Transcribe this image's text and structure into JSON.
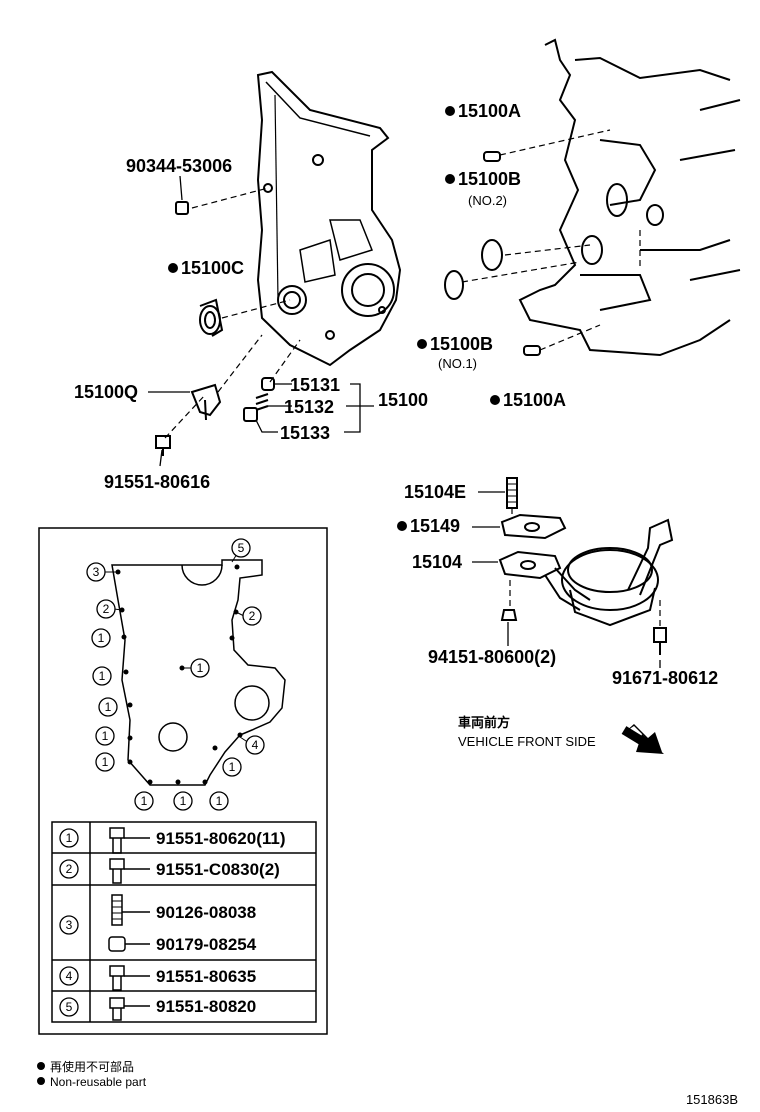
{
  "labels": {
    "p90344": "90344-53006",
    "p15100C": "15100C",
    "p15100Q": "15100Q",
    "p91551_80616": "91551-80616",
    "p15131": "15131",
    "p15132": "15132",
    "p15133": "15133",
    "p15100": "15100",
    "p15100A_top": "15100A",
    "p15100B_top": "15100B",
    "no2": "(NO.2)",
    "p15100B_bot": "15100B",
    "no1": "(NO.1)",
    "p15100A_bot": "15100A",
    "p15104E": "15104E",
    "p15149": "15149",
    "p15104": "15104",
    "p94151": "94151-80600(2)",
    "p91671": "91671-80612",
    "front_jp": "車両前方",
    "front_en": "VEHICLE FRONT SIDE",
    "legend_jp": "再使用不可部品",
    "legend_en": "Non-reusable part",
    "diagram_id": "151863B"
  },
  "bolt_table": [
    {
      "num": "1",
      "parts": [
        "91551-80620(11)"
      ]
    },
    {
      "num": "2",
      "parts": [
        "91551-C0830(2)"
      ]
    },
    {
      "num": "3",
      "parts": [
        "90126-08038",
        "90179-08254"
      ]
    },
    {
      "num": "4",
      "parts": [
        "91551-80635"
      ]
    },
    {
      "num": "5",
      "parts": [
        "91551-80820"
      ]
    }
  ],
  "callout_numbers": {
    "c5": "5",
    "c3": "3",
    "c2a": "2",
    "c2b": "2",
    "c1a": "1",
    "c1b": "1",
    "c1c": "1",
    "c1d": "1",
    "c1e": "1",
    "c1f": "1",
    "c1g": "1",
    "c1h": "1",
    "c1i": "1",
    "c1j": "1",
    "c4": "4"
  }
}
